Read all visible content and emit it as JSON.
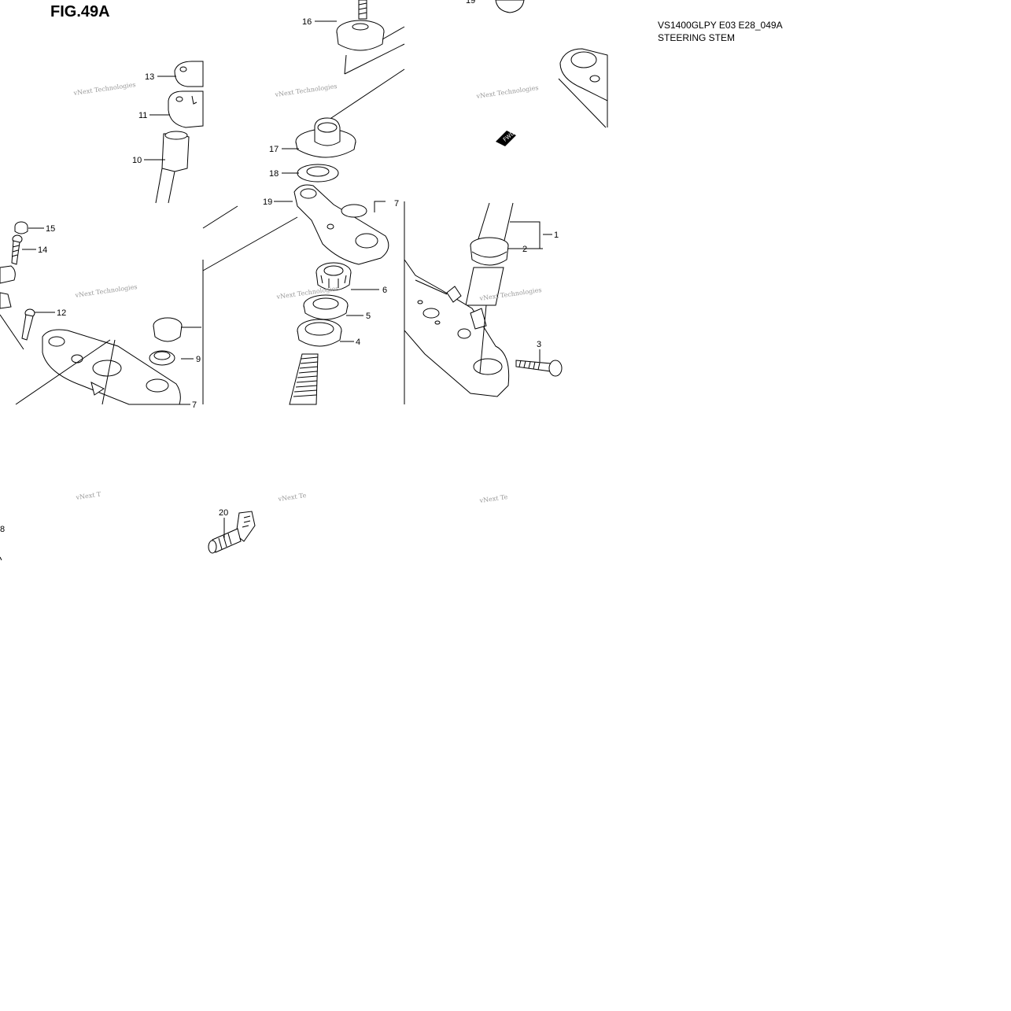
{
  "header": {
    "figure_label": "FIG.49A",
    "model_code": "VS1400GLPY E03 E28_049A",
    "section_name": "STEERING STEM"
  },
  "callouts": {
    "c1": "1",
    "c2": "2",
    "c3": "3",
    "c4": "4",
    "c5": "5",
    "c6": "6",
    "c7a": "7",
    "c7b": "7",
    "c8": "8",
    "c9": "9",
    "c10": "10",
    "c11": "11",
    "c12": "12",
    "c13": "13",
    "c14": "14",
    "c15": "15",
    "c16": "16",
    "c17": "17",
    "c18": "18",
    "c19a": "19",
    "c19b": "19",
    "c20": "20"
  },
  "watermark": {
    "text": "vNext Technologies",
    "short_a": "vNext T",
    "short_b": "vNext Te",
    "short_c": "vNext Te"
  },
  "fwd_label": "FWD",
  "colors": {
    "line": "#000000",
    "watermark": "#999999",
    "background": "#ffffff"
  }
}
